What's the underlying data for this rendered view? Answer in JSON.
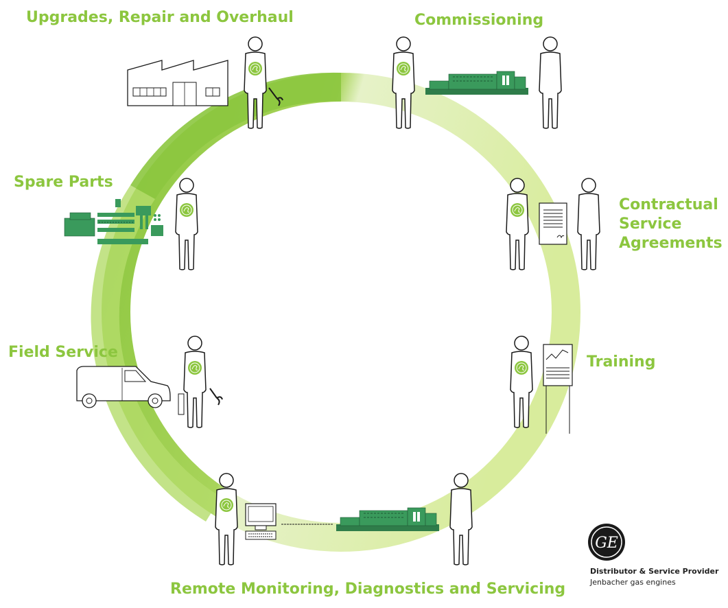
{
  "colors": {
    "ring_dark": "#8cc63f",
    "ring_light": "#eaf4d0",
    "label": "#8cc63f",
    "machine": "#3a9a5c",
    "outline": "#1a1a1a"
  },
  "labels": {
    "upgrades": "Upgrades, Repair and Overhaul",
    "commissioning": "Commissioning",
    "spare_parts": "Spare Parts",
    "contractual_1": "Contractual",
    "contractual_2": "Service",
    "contractual_3": "Agreements",
    "field_service": "Field Service",
    "training": "Training",
    "remote": "Remote Monitoring, Diagnostics and Servicing"
  },
  "brand": {
    "logo_text": "GE",
    "line1": "Distributor & Service Provider",
    "line2": "Jenbacher gas engines"
  },
  "icons": [
    "factory-icon",
    "engine-icon",
    "document-icon",
    "chart-board-icon",
    "computer-icon",
    "van-icon",
    "wrench-icon",
    "spare-parts-icon",
    "person-icon",
    "ge-logo-icon"
  ]
}
